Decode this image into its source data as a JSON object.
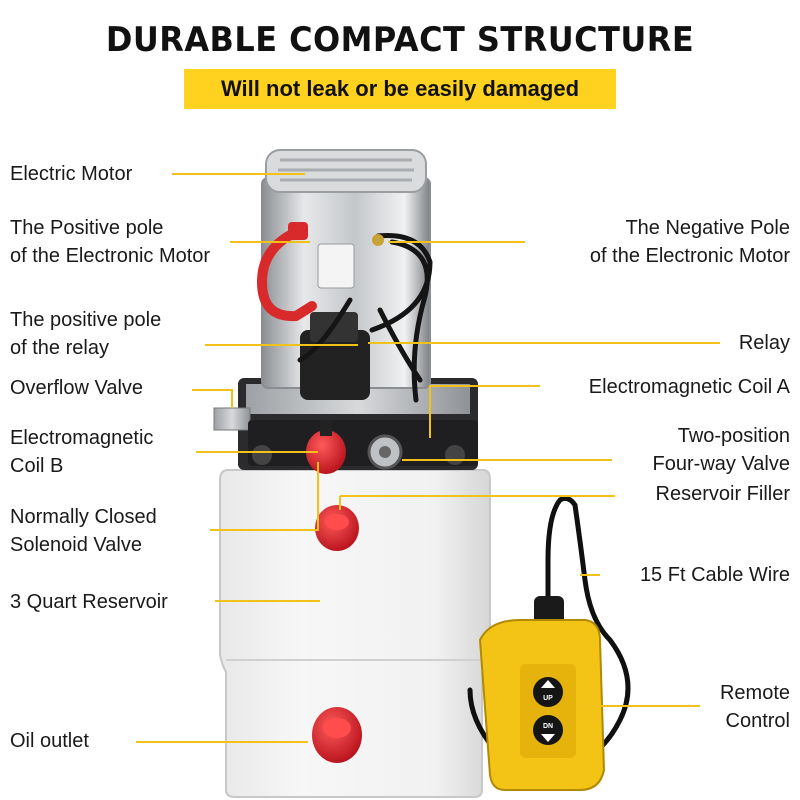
{
  "header": {
    "title": "DURABLE COMPACT STRUCTURE",
    "subtitle": "Will not leak or be easily damaged"
  },
  "colors": {
    "accent_yellow": "#ffd21f",
    "leader_line": "#f2c21a",
    "cap_red": "#e0202a",
    "remote_yellow": "#f3c316"
  },
  "labels": {
    "electric_motor": "Electric Motor",
    "positive_pole_motor_1": "The Positive pole",
    "positive_pole_motor_2": "of the Electronic Motor",
    "negative_pole_1": "The Negative Pole",
    "negative_pole_2": "of the Electronic Motor",
    "positive_pole_relay_1": "The positive pole",
    "positive_pole_relay_2": "of the relay",
    "relay": "Relay",
    "overflow_valve": "Overflow Valve",
    "coil_a": "Electromagnetic Coil A",
    "coil_b_1": "Electromagnetic",
    "coil_b_2": "Coil B",
    "four_way_valve_1": "Two-position",
    "four_way_valve_2": "Four-way Valve",
    "reservoir_filler": "Reservoir Filler",
    "solenoid_valve_1": "Normally Closed",
    "solenoid_valve_2": "Solenoid Valve",
    "cable_wire": "15 Ft Cable Wire",
    "reservoir": "3 Quart Reservoir",
    "remote_control_1": "Remote",
    "remote_control_2": "Control",
    "oil_outlet": "Oil outlet"
  },
  "remote": {
    "up_label": "UP",
    "down_label": "DN"
  }
}
